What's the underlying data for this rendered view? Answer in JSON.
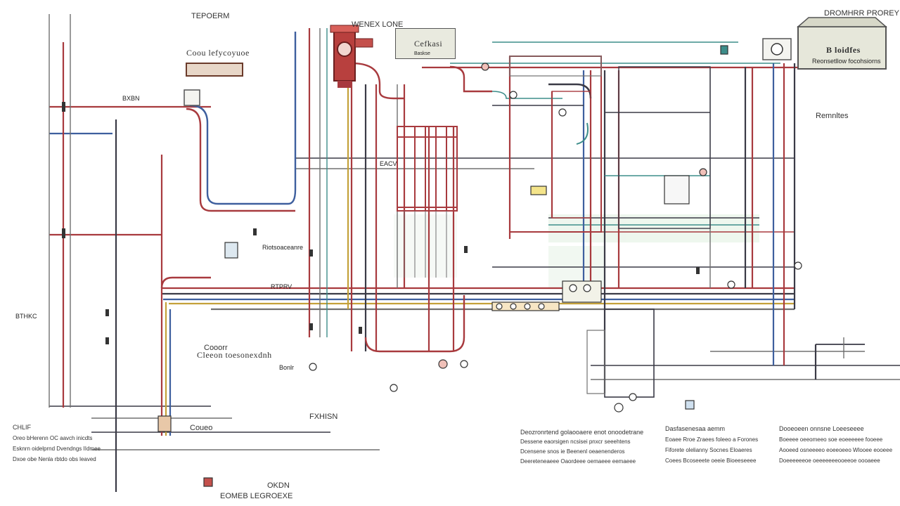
{
  "header": {
    "top_left_code": "TEPOERM",
    "top_left_title": "Coou lefycoyuoe",
    "top_center_label": "WENEX LONE",
    "top_box_title": "Cefkasi",
    "top_box_sub": "Baskse",
    "top_right_title": "DROMHRR PROREY",
    "top_right_box": "B loidfes",
    "top_right_box_sub": "Reonsetllow focohsiorns"
  },
  "labels": {
    "left_bxnm": "BXBN",
    "left_coor": "Cooorr",
    "left_code": "BTHKC",
    "center_rcode": "RTPRV",
    "center_fi": "EACV",
    "lower_left_title": "Cleeon toesonexdnh",
    "lower_left_sub": "Bonlr",
    "lower_center_fxhis": "FXHISN",
    "lower_cndo": "Coueo",
    "bottom_title": "EOMEB LEGROEXE",
    "bottom_cap": "OKDN",
    "mid_box_sub": "Riotsoaceanre",
    "right_header": "Remnltes"
  },
  "legend_left": {
    "title": "CHLIF",
    "items": [
      "Oreo bHerenn OC aavch inicdts",
      "Esknrn oidelprnd Dvendngs  IIdmee",
      "Dxoe obe Nenla rbtdo obs leaved"
    ]
  },
  "legend_center": {
    "title": "Deozronrtend golaooaere enot onoodetrane",
    "items": [
      "Dessene eaorsigen ncsisei pnxcr seeehtens",
      "Dcensene snos ie Beenenl oeaenenderos",
      "Deereteneaeee Oaordeee oemaeee eemaeee"
    ]
  },
  "legend_mid": {
    "title": "Dasfasenesaa aemm",
    "items": [
      "Eoaee Rroe Zraees foleeo a Forones",
      "Fiforete olelianny  Socnes Eloaeres",
      "Coees  Bcoseeete oeeie Bioeeseeee"
    ]
  },
  "legend_right": {
    "title": "Dooeoeen onnsne Loeeseeee",
    "items": [
      "Boeeee oeeomeeo soe eoeeeeee fooeee",
      "Aooeed osneeeeo eoeeoeeo Wlooee eooeee",
      "Doeeeeeeoe oeeeeeeeooeeoe oooaeee"
    ]
  },
  "colors": {
    "pipe_red": "#a83a3e",
    "pipe_dark": "#3a3a46",
    "pipe_blue": "#3e5f9e",
    "pipe_teal": "#3d8d8a",
    "pipe_gold": "#c4a13a",
    "pipe_gray": "#707070",
    "pipe_green": "#7a9a4a",
    "tank_fill": "#e6e7da"
  }
}
